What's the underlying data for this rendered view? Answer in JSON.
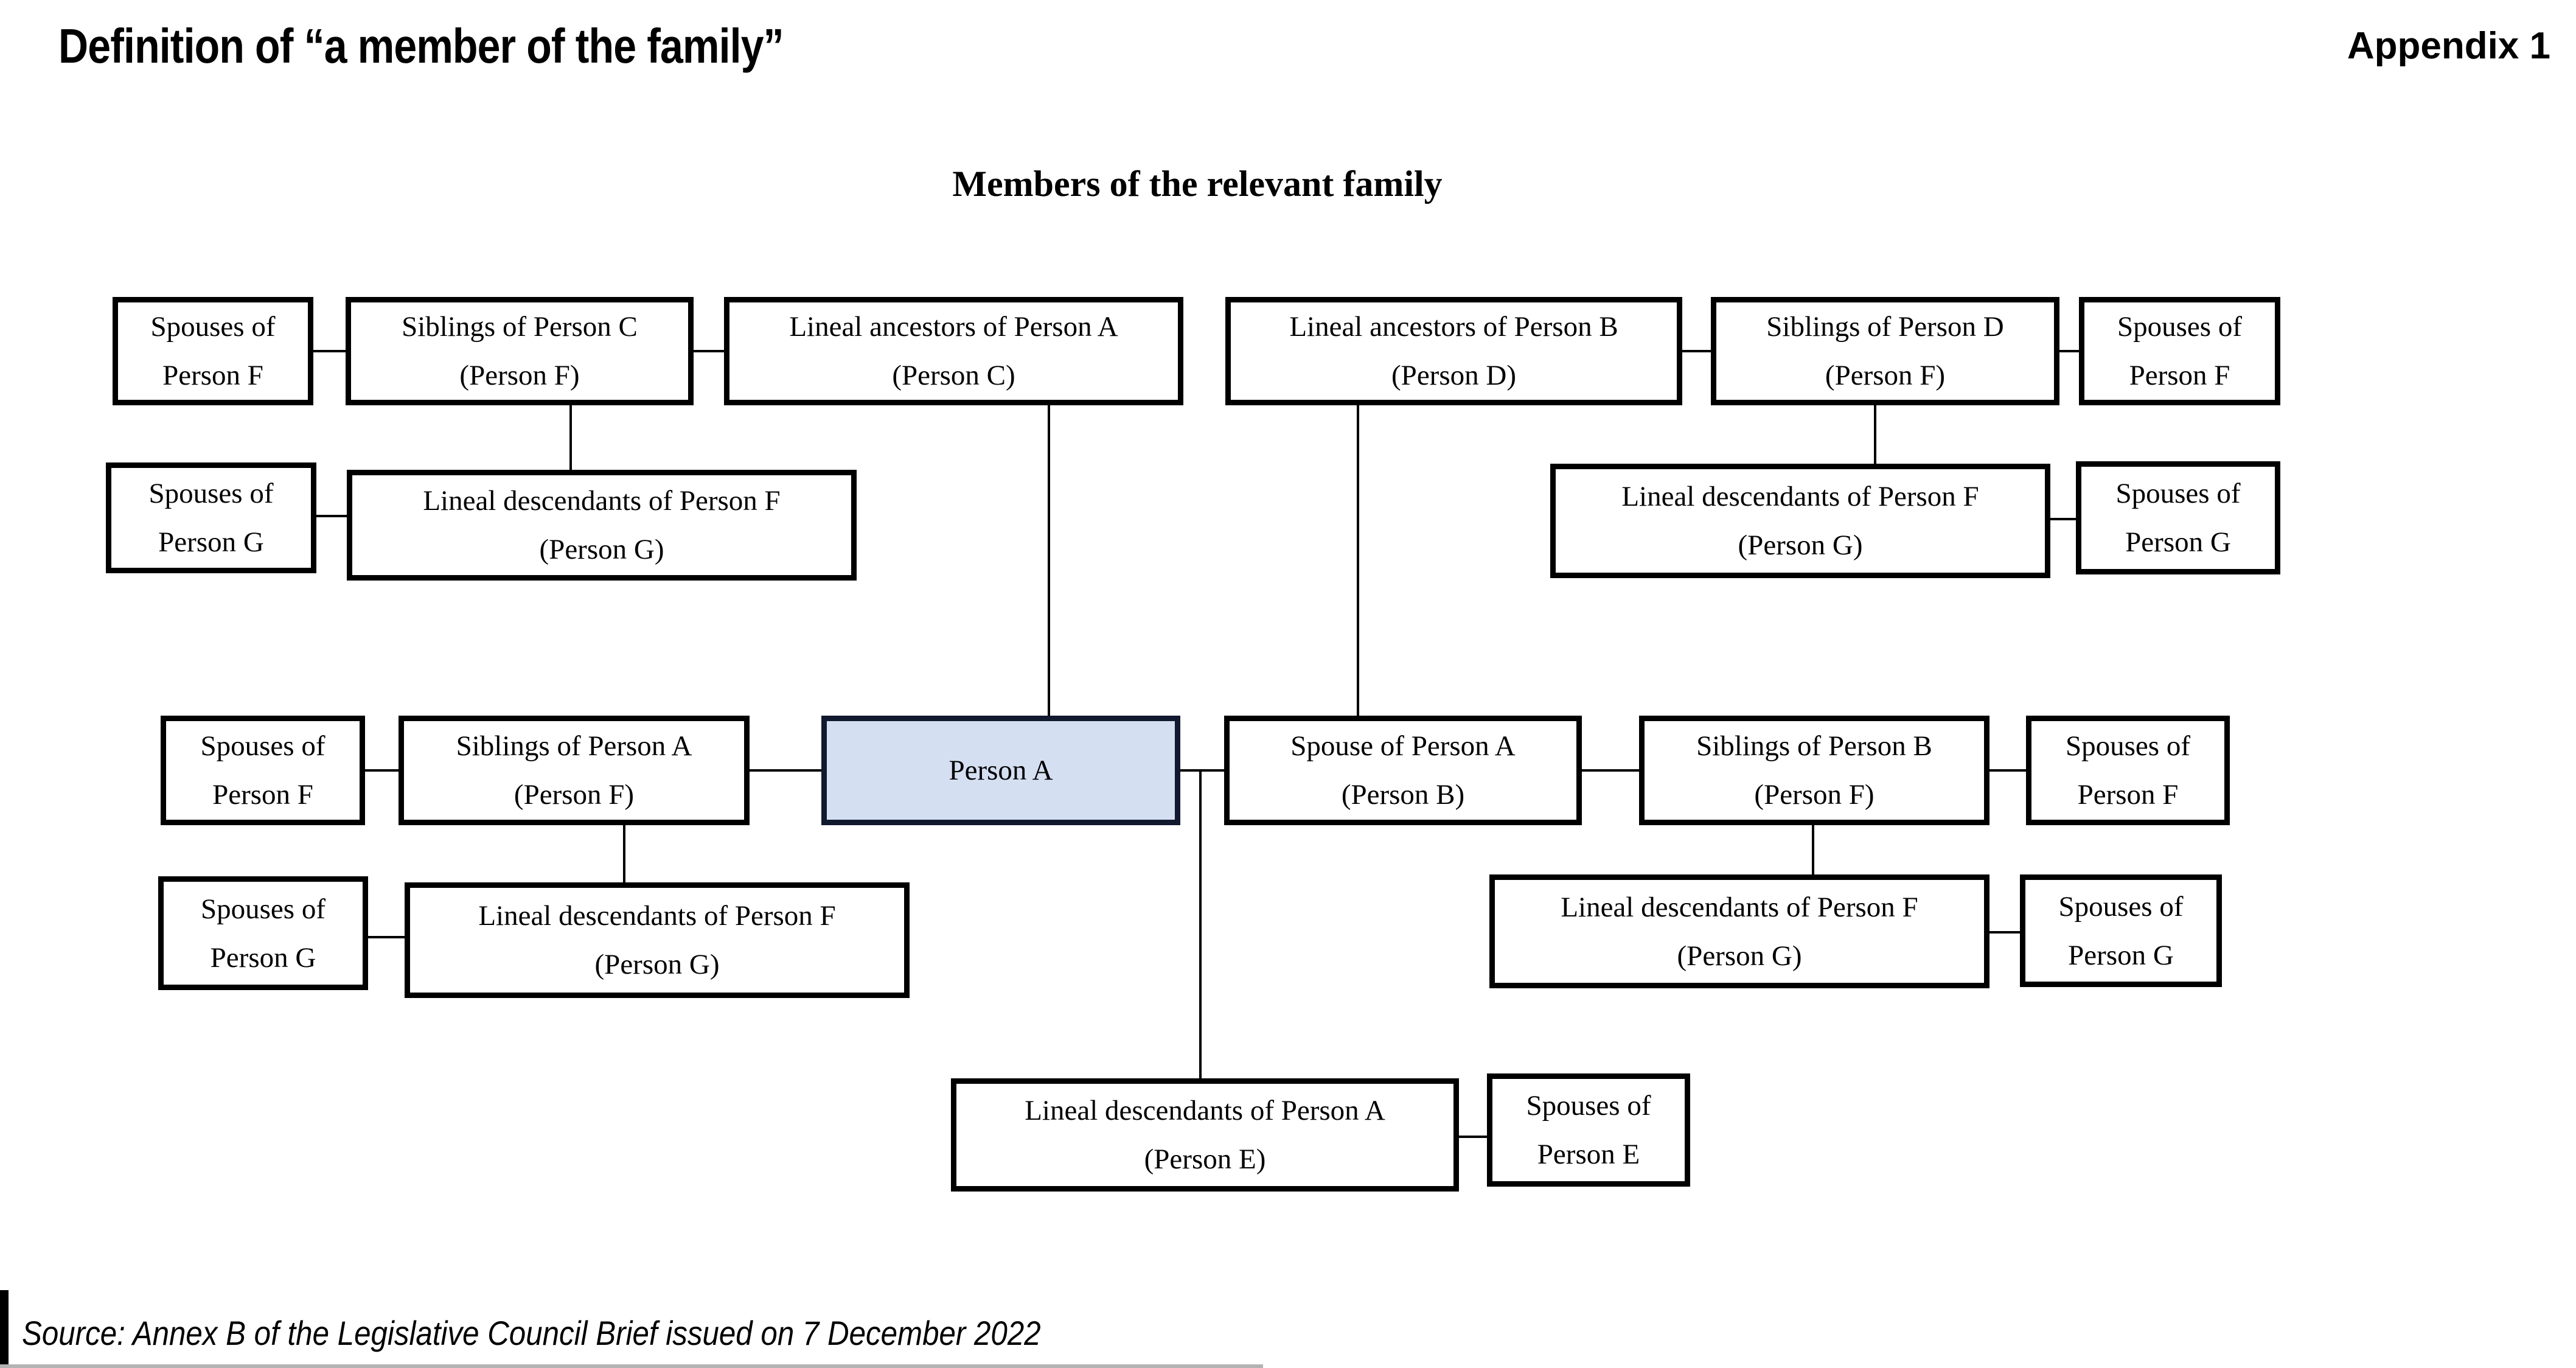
{
  "header": {
    "title": "Definition of “a member of the family”",
    "appendix": "Appendix 1"
  },
  "diagram": {
    "heading": "Members of the relevant family",
    "highlight_fill": "#d5dff2",
    "line_color": "#000000",
    "boxes": {
      "a1": {
        "line1": "Spouses of",
        "line2": "Person F"
      },
      "a2": {
        "line1": "Siblings of Person C",
        "line2": "(Person F)"
      },
      "a3": {
        "line1": "Lineal ancestors of Person A",
        "line2": "(Person C)"
      },
      "a4": {
        "line1": "Lineal ancestors of Person B",
        "line2": "(Person D)"
      },
      "a5": {
        "line1": "Siblings of Person D",
        "line2": "(Person F)"
      },
      "a6": {
        "line1": "Spouses of",
        "line2": "Person F"
      },
      "b1": {
        "line1": "Spouses of",
        "line2": "Person G"
      },
      "b2": {
        "line1": "Lineal descendants of Person F",
        "line2": "(Person G)"
      },
      "b3": {
        "line1": "Lineal descendants of Person F",
        "line2": "(Person G)"
      },
      "b4": {
        "line1": "Spouses of",
        "line2": "Person G"
      },
      "c1": {
        "line1": "Spouses of",
        "line2": "Person F"
      },
      "c2": {
        "line1": "Siblings of Person A",
        "line2": "(Person F)"
      },
      "c3": {
        "line1": "Person A"
      },
      "c4": {
        "line1": "Spouse of Person A",
        "line2": "(Person B)"
      },
      "c5": {
        "line1": "Siblings of Person B",
        "line2": "(Person F)"
      },
      "c6": {
        "line1": "Spouses of",
        "line2": "Person F"
      },
      "d1": {
        "line1": "Spouses of",
        "line2": "Person G"
      },
      "d2": {
        "line1": "Lineal descendants of Person F",
        "line2": "(Person G)"
      },
      "d3": {
        "line1": "Lineal descendants of Person F",
        "line2": "(Person G)"
      },
      "d4": {
        "line1": "Spouses of",
        "line2": "Person G"
      },
      "e1": {
        "line1": "Lineal descendants of Person A",
        "line2": "(Person E)"
      },
      "e2": {
        "line1": "Spouses of",
        "line2": "Person E"
      }
    }
  },
  "source": "Source: Annex B of the Legislative Council Brief issued on 7 December 2022"
}
